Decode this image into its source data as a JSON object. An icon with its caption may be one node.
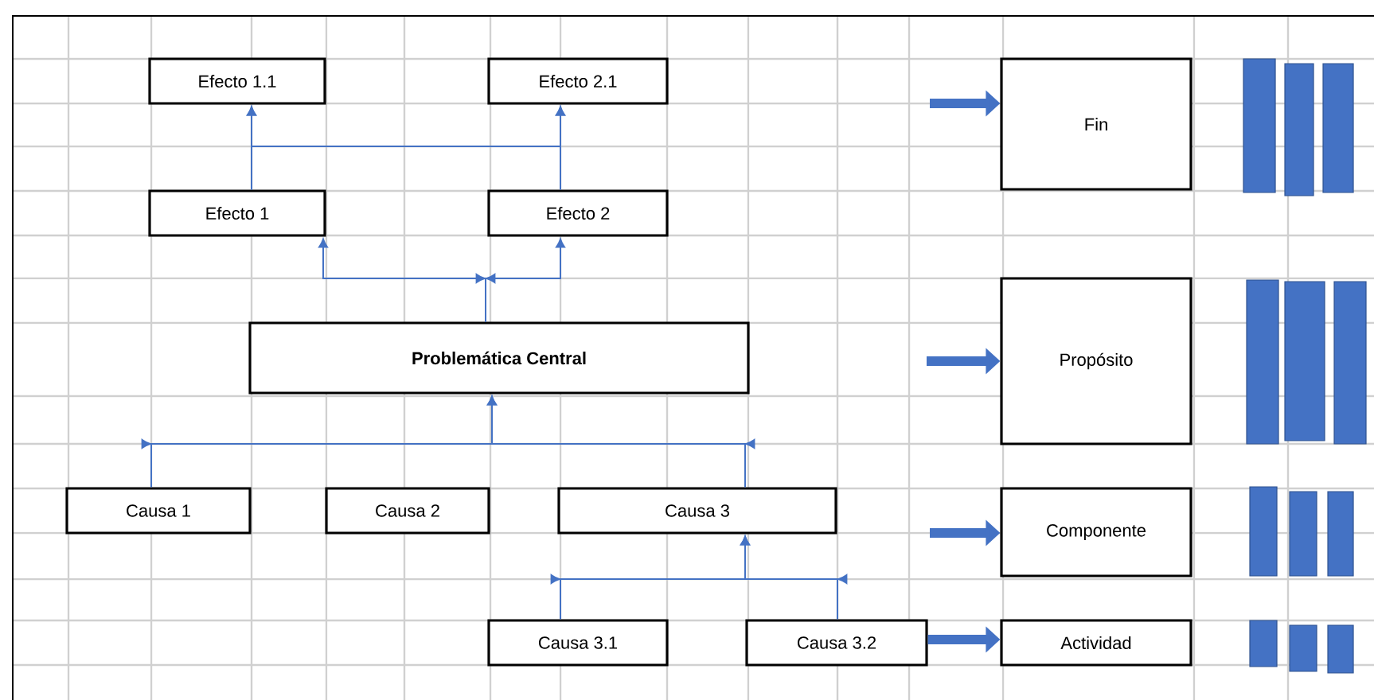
{
  "diagram": {
    "nodes": [
      {
        "text": [
          "Efecto 1.1"
        ]
      },
      {
        "text": [
          "Efecto 2.1"
        ]
      },
      {
        "text": [
          "Efecto 1"
        ]
      },
      {
        "text": [
          "Efecto 2"
        ]
      },
      {
        "text": [
          "Problemática Central"
        ]
      },
      {
        "text": [
          "Causa 1"
        ]
      },
      {
        "text": [
          "Causa 2"
        ]
      },
      {
        "text": [
          "Causa 3"
        ]
      },
      {
        "text": [
          "Causa 3.1"
        ]
      },
      {
        "text": [
          "Causa 3.2"
        ]
      },
      {
        "text": [
          "Fin"
        ]
      },
      {
        "text": [
          "Propósito"
        ]
      },
      {
        "text": [
          "Componente"
        ]
      },
      {
        "text": [
          "Actividad"
        ]
      }
    ],
    "edges": [
      {
        "from": 2,
        "to": 0,
        "arrow": "to"
      },
      {
        "from": 2,
        "to": 1,
        "arrow": "to"
      },
      {
        "from": 3,
        "to": 0,
        "arrow": "to"
      },
      {
        "from": 3,
        "to": 1,
        "arrow": "to"
      },
      {
        "from": 4,
        "to": 2,
        "arrow": "to"
      },
      {
        "from": 4,
        "to": 3,
        "arrow": "to"
      },
      {
        "from": 5,
        "to": 4,
        "arrow": "to"
      },
      {
        "from": 7,
        "to": 4,
        "arrow": "to"
      },
      {
        "from": 8,
        "to": 7,
        "arrow": "to"
      },
      {
        "from": 9,
        "to": 7,
        "arrow": "to"
      },
      {
        "from": null,
        "to": 10,
        "arrow": "to",
        "style": "thick"
      },
      {
        "from": null,
        "to": 11,
        "arrow": "to",
        "style": "thick"
      },
      {
        "from": null,
        "to": 12,
        "arrow": "to",
        "style": "thick"
      },
      {
        "from": 9,
        "to": 13,
        "arrow": "to",
        "style": "thick"
      }
    ]
  }
}
